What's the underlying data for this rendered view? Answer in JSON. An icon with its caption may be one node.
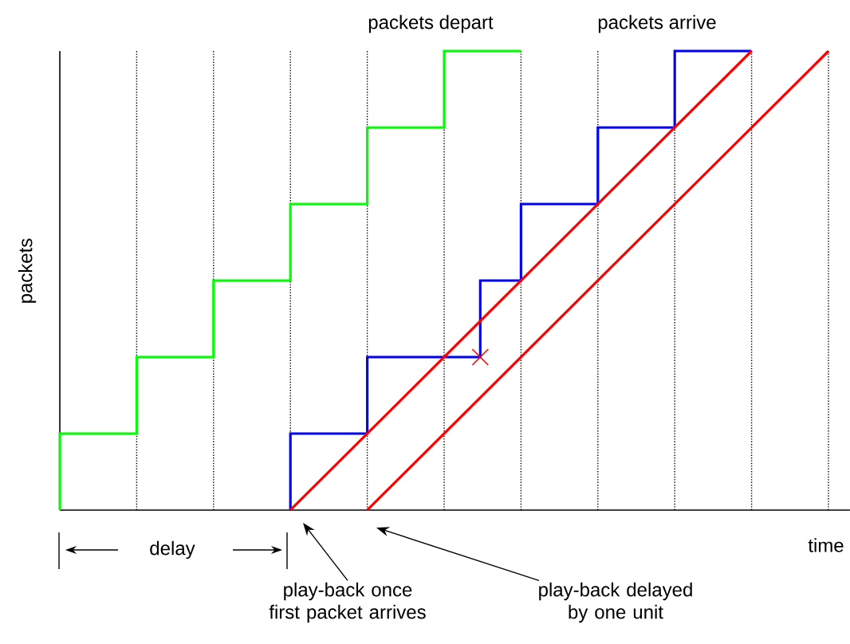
{
  "diagram": {
    "nodes": [
      {
        "text": [
          "play-back once first packet arrives"
        ]
      },
      {
        "text": [
          "play-back delayed by one unit"
        ]
      }
    ],
    "edges": [
      {
        "from": 0,
        "to": null,
        "arrow": "to"
      },
      {
        "from": 1,
        "to": null,
        "arrow": "to"
      }
    ],
    "labels": [
      "packets depart",
      "packets arrive",
      "packets",
      "delay",
      "time"
    ]
  }
}
